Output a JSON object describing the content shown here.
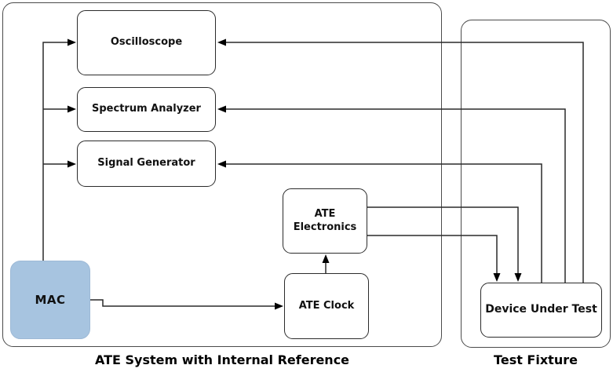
{
  "diagram": {
    "containers": {
      "ate_system": {
        "label": "ATE System with Internal Reference"
      },
      "test_fixture": {
        "label": "Test Fixture"
      }
    },
    "nodes": {
      "oscilloscope": {
        "label": "Oscilloscope"
      },
      "spectrum_analyzer": {
        "label": "Spectrum Analyzer"
      },
      "signal_generator": {
        "label": "Signal Generator"
      },
      "ate_electronics": {
        "label": "ATE Electronics"
      },
      "ate_clock": {
        "label": "ATE Clock"
      },
      "mac": {
        "label": "MAC"
      },
      "device_under_test": {
        "label": "Device Under Test"
      }
    },
    "connections": [
      {
        "from": "mac",
        "to": "oscilloscope",
        "direction": "arrow-into-oscilloscope-left"
      },
      {
        "from": "mac",
        "to": "spectrum_analyzer",
        "direction": "arrow-into-spectrum-analyzer-left"
      },
      {
        "from": "mac",
        "to": "signal_generator",
        "direction": "arrow-into-signal-generator-left"
      },
      {
        "from": "mac",
        "to": "ate_clock",
        "direction": "arrow-into-ate-clock-left"
      },
      {
        "from": "ate_clock",
        "to": "ate_electronics",
        "direction": "arrow-into-ate-electronics-bottom"
      },
      {
        "from": "ate_electronics",
        "to": "device_under_test",
        "direction": "arrow-into-dut-top"
      },
      {
        "from": "ate_electronics",
        "to": "device_under_test",
        "direction": "arrow-into-dut-top"
      },
      {
        "from": "device_under_test",
        "to": "oscilloscope",
        "direction": "arrow-into-oscilloscope-right"
      },
      {
        "from": "device_under_test",
        "to": "spectrum_analyzer",
        "direction": "arrow-into-spectrum-analyzer-right"
      },
      {
        "from": "device_under_test",
        "to": "signal_generator",
        "direction": "arrow-into-signal-generator-right"
      }
    ],
    "colors": {
      "background": "#ffffff",
      "mac_fill": "#a7c4e0",
      "mac_edge": "#9db9d6",
      "node_fill": "#ffffff",
      "node_border": "#2b2b2b",
      "container_border": "#4b4b4b",
      "arrow": "#2a2a2a",
      "arrow_head": "#000000"
    }
  }
}
